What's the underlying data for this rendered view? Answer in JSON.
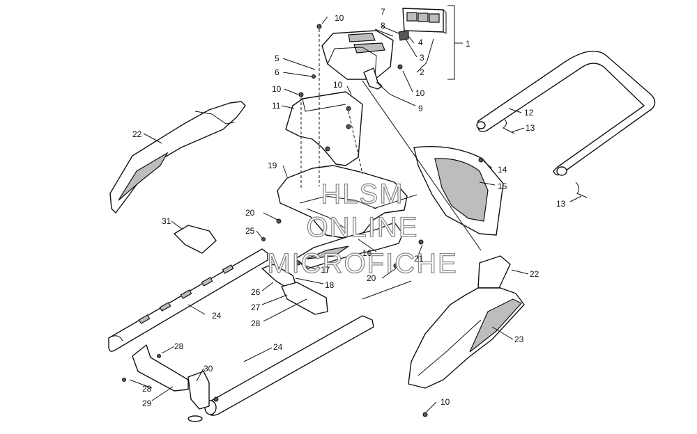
{
  "callouts": [
    "1",
    "2",
    "3",
    "4",
    "5",
    "6",
    "7",
    "8",
    "9",
    "10",
    "11",
    "12",
    "13",
    "14",
    "15",
    "16",
    "17",
    "18",
    "19",
    "20",
    "21",
    "22",
    "23",
    "24",
    "25",
    "26",
    "27",
    "28",
    "29",
    "30",
    "31"
  ],
  "labels": {
    "n1": "1",
    "n2": "2",
    "n3": "3",
    "n4": "4",
    "n5": "5",
    "n6": "6",
    "n7": "7",
    "n8": "8",
    "n9": "9",
    "n10a": "10",
    "n10b": "10",
    "n10c": "10",
    "n10d": "10",
    "n10e": "10",
    "n11": "11",
    "n12": "12",
    "n13a": "13",
    "n13b": "13",
    "n14": "14",
    "n15": "15",
    "n16": "16",
    "n17": "17",
    "n18": "18",
    "n19": "19",
    "n20a": "20",
    "n20b": "20",
    "n21": "21",
    "n22a": "22",
    "n22b": "22",
    "n23": "23",
    "n24a": "24",
    "n24b": "24",
    "n25": "25",
    "n26": "26",
    "n27": "27",
    "n28a": "28",
    "n28b": "28",
    "n28c": "28",
    "n29": "29",
    "n30": "30",
    "n31": "31"
  },
  "watermark": {
    "line1": "HLSM",
    "line2": "ONLINE",
    "line3": "MICROFICHE"
  }
}
